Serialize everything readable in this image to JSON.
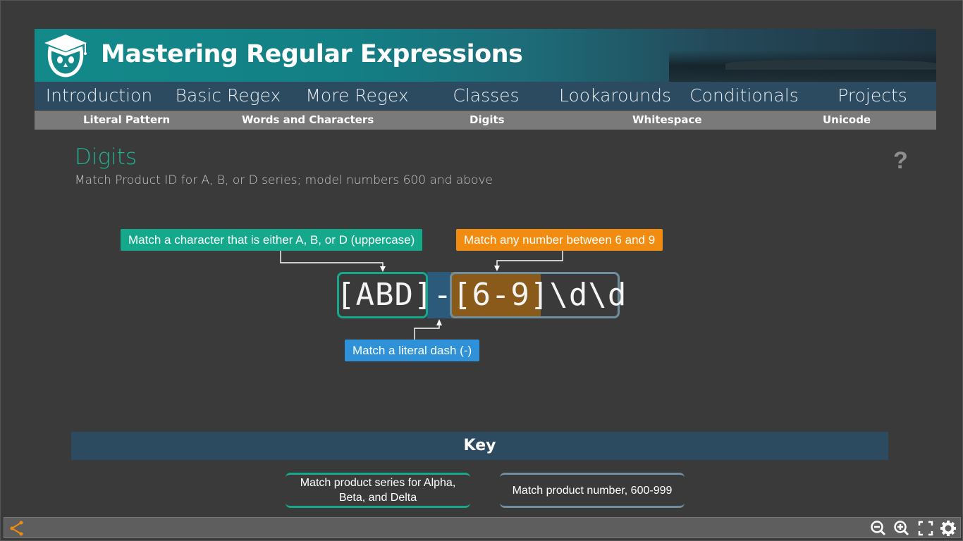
{
  "banner": {
    "title": "Mastering Regular Expressions",
    "logo_icon": "owl-graduation-cap-icon"
  },
  "main_nav": {
    "items": [
      {
        "label": "Introduction"
      },
      {
        "label": "Basic Regex"
      },
      {
        "label": "More Regex"
      },
      {
        "label": "Classes"
      },
      {
        "label": "Lookarounds"
      },
      {
        "label": "Conditionals"
      },
      {
        "label": "Projects"
      }
    ]
  },
  "sub_nav": {
    "items": [
      {
        "label": "Literal Pattern"
      },
      {
        "label": "Words and Characters"
      },
      {
        "label": "Digits"
      },
      {
        "label": "Whitespace"
      },
      {
        "label": "Unicode"
      }
    ]
  },
  "page": {
    "title": "Digits",
    "subtitle": "Match Product ID for A, B, or D series; model numbers 600 and above",
    "help_label": "?"
  },
  "callouts": {
    "abd": "Match a character that is either A, B, or D (uppercase)",
    "range": "Match any number between 6 and 9",
    "dash": "Match a literal dash (-)"
  },
  "regex": {
    "part_abd": "[ABD]",
    "part_dash": "-",
    "part_range": "[6-9]",
    "part_digits": "\\d\\d"
  },
  "key": {
    "title": "Key",
    "series_label": "Match product series for Alpha, Beta, and Delta",
    "number_label": "Match product number, 600-999"
  },
  "colors": {
    "teal": "#13a98a",
    "orange": "#f28c10",
    "blue": "#2f92d8",
    "navy": "#2c4a60",
    "slate": "#6e8fa0"
  },
  "toolbar": {
    "left_icon": "share-nodes-icon",
    "right_icons": [
      "zoom-out-icon",
      "zoom-in-icon",
      "fullscreen-icon",
      "settings-gear-icon"
    ]
  }
}
